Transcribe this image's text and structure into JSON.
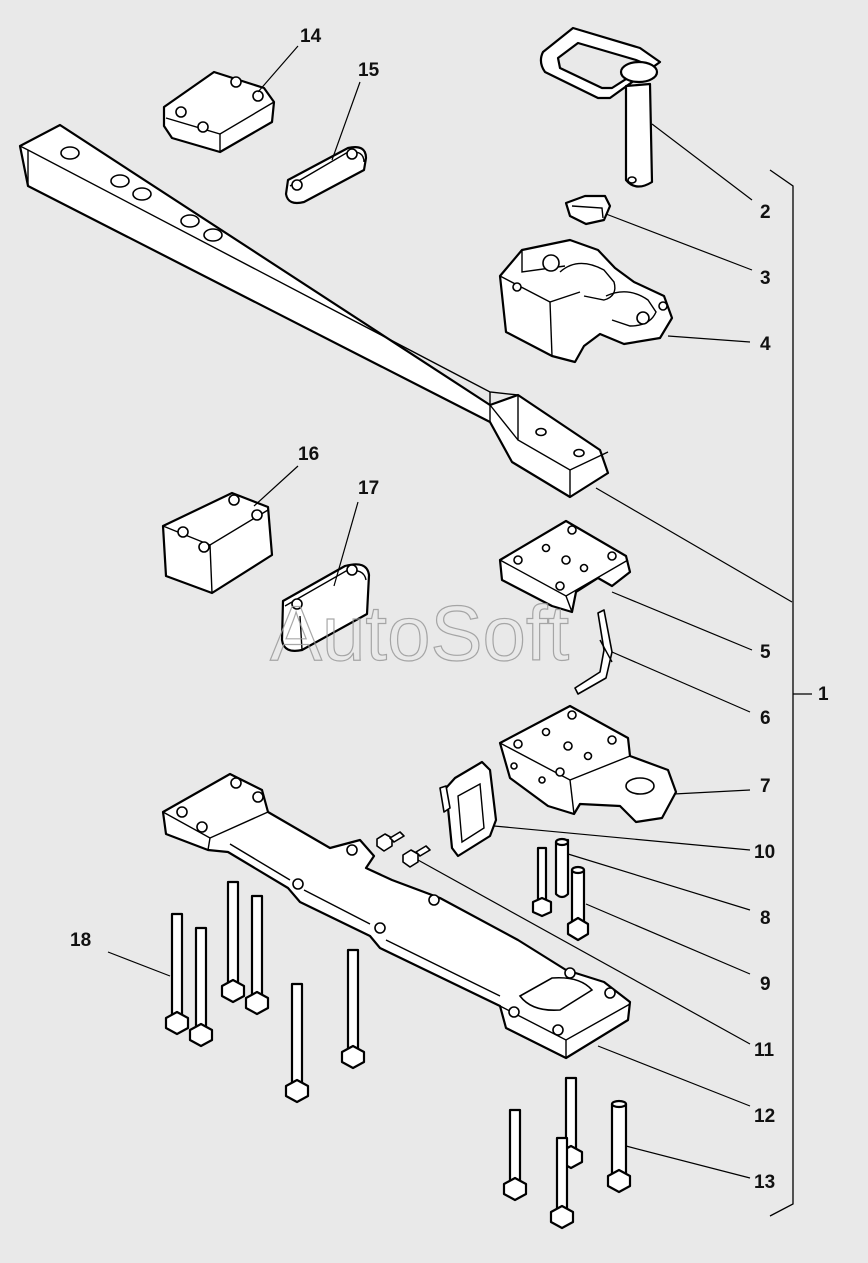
{
  "watermark": "AutoSoft",
  "callouts": {
    "c1": "1",
    "c2": "2",
    "c3": "3",
    "c4": "4",
    "c5": "5",
    "c6": "6",
    "c7": "7",
    "c8": "8",
    "c9": "9",
    "c10": "10",
    "c11": "11",
    "c12": "12",
    "c13": "13",
    "c14": "14",
    "c15": "15",
    "c16": "16",
    "c17": "17",
    "c18": "18"
  },
  "colors": {
    "background": "#e9e9e9",
    "line": "#000000",
    "part_fill": "#ffffff",
    "watermark": "#9a9a9a"
  }
}
